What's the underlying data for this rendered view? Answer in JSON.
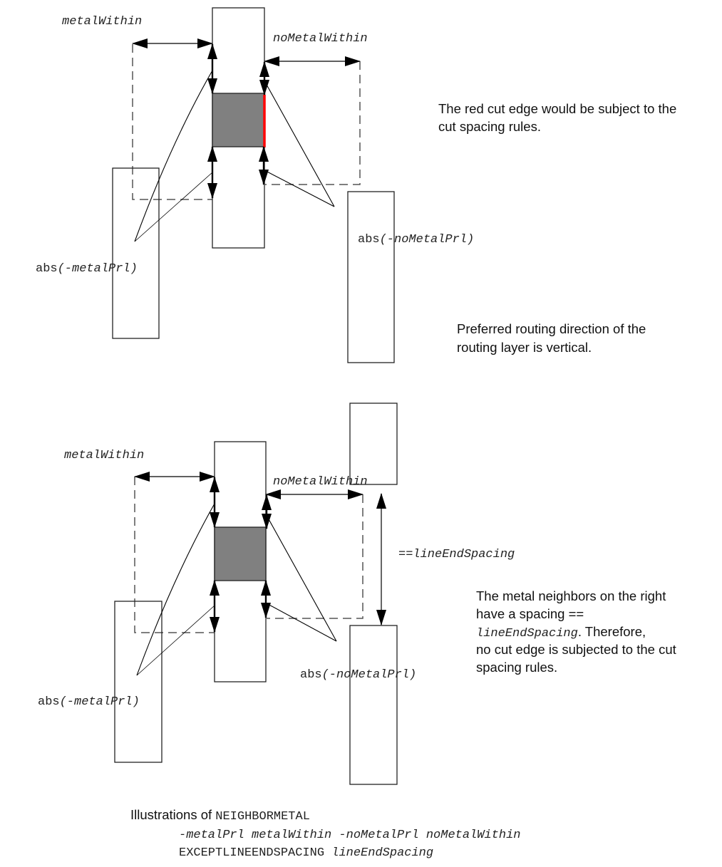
{
  "colors": {
    "cut_fill": "#808080",
    "cut_edge_highlight": "#ff0000",
    "outline": "#222222",
    "dashed_window": "#555555"
  },
  "top_diagram": {
    "label_metal_within": "metalWithin",
    "label_no_metal_within": "noMetalWithin",
    "label_abs_metal_prl": {
      "prefix": "abs",
      "arg": "(-metalPrl)"
    },
    "label_abs_no_metal_prl": {
      "prefix": "abs",
      "arg": "(-noMetalPrl)"
    },
    "note_red_edge": [
      "The red cut edge would be subject to the",
      "cut spacing rules."
    ],
    "note_direction": [
      "Preferred routing direction of the",
      "routing layer is vertical."
    ]
  },
  "bottom_diagram": {
    "label_metal_within": "metalWithin",
    "label_no_metal_within": "noMetalWithin",
    "label_line_end_spacing": "==lineEndSpacing",
    "label_abs_metal_prl": {
      "prefix": "abs",
      "arg": "(-metalPrl)"
    },
    "label_abs_no_metal_prl": {
      "prefix": "abs",
      "arg": "(-noMetalPrl)"
    },
    "note": {
      "line1": "The metal neighbors on the right",
      "line2": "have a spacing ==",
      "line3_code": "lineEndSpacing",
      "line3_rest": ". Therefore,",
      "line4": "no cut edge is subjected to the cut",
      "line5": "spacing rules."
    }
  },
  "caption": {
    "prefix": "Illustrations of ",
    "keyword": "NEIGHBORMETAL",
    "line2": "-metalPrl metalWithin -noMetalPrl noMetalWithin",
    "line3_keyword": "EXCEPTLINEENDSPACING ",
    "line3_arg": "lineEndSpacing"
  }
}
